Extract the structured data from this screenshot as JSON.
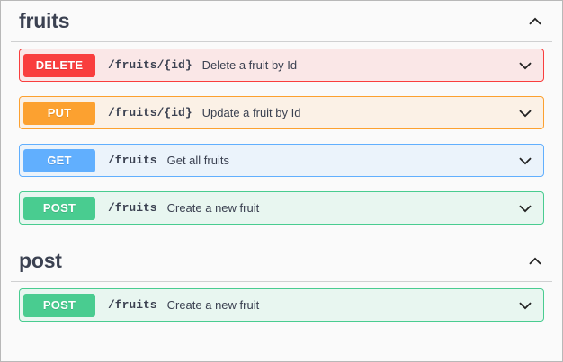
{
  "page": {
    "background": "#fafafa",
    "border_color": "#b8b8b8"
  },
  "method_colors": {
    "delete": "#f93e3e",
    "put": "#fca130",
    "get": "#61affe",
    "post": "#49cc90"
  },
  "icons": {
    "chevron_up": "chevron-up-icon",
    "chevron_down": "chevron-down-icon"
  },
  "sections": [
    {
      "title": "fruits",
      "expanded": true,
      "toggle_icon": "chevron-up-icon",
      "operations": [
        {
          "method": "DELETE",
          "method_key": "delete",
          "path": "/fruits/{id}",
          "summary": "Delete a fruit by Id",
          "expanded": false,
          "toggle_icon": "chevron-down-icon"
        },
        {
          "method": "PUT",
          "method_key": "put",
          "path": "/fruits/{id}",
          "summary": "Update a fruit by Id",
          "expanded": false,
          "toggle_icon": "chevron-down-icon"
        },
        {
          "method": "GET",
          "method_key": "get",
          "path": "/fruits",
          "summary": "Get all fruits",
          "expanded": false,
          "toggle_icon": "chevron-down-icon"
        },
        {
          "method": "POST",
          "method_key": "post",
          "path": "/fruits",
          "summary": "Create a new fruit",
          "expanded": false,
          "toggle_icon": "chevron-down-icon"
        }
      ]
    },
    {
      "title": "post",
      "expanded": true,
      "toggle_icon": "chevron-up-icon",
      "operations": [
        {
          "method": "POST",
          "method_key": "post",
          "path": "/fruits",
          "summary": "Create a new fruit",
          "expanded": false,
          "toggle_icon": "chevron-down-icon"
        }
      ]
    }
  ]
}
